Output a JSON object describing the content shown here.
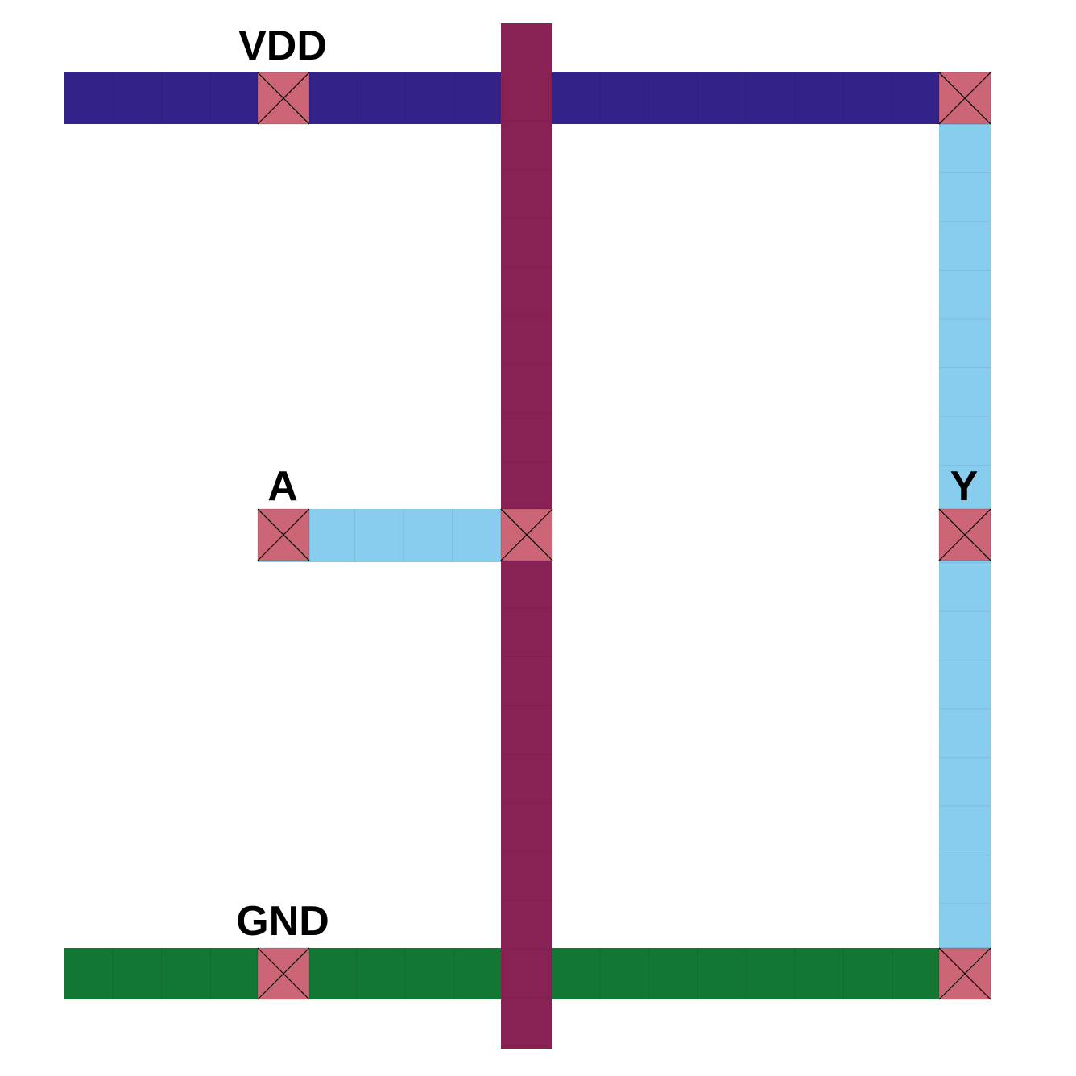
{
  "colors": {
    "background": "#ffffff",
    "vdd_metal": "#332288",
    "gnd_metal": "#117733",
    "signal_metal": "#88CCEE",
    "poly": "#882255",
    "contact": "#CC6677",
    "label_text": "#000000"
  },
  "labels": {
    "vdd": "VDD",
    "a": "A",
    "y": "Y",
    "gnd": "GND"
  },
  "layers": {
    "vdd_rail": {
      "name": "vdd-rail",
      "color_key": "vdd_metal"
    },
    "gnd_rail": {
      "name": "gnd-rail",
      "color_key": "gnd_metal"
    },
    "output_wire": {
      "name": "output-wire-y",
      "color_key": "signal_metal"
    },
    "input_wire": {
      "name": "input-wire-a",
      "color_key": "signal_metal"
    },
    "poly_gate": {
      "name": "poly-gate",
      "color_key": "poly"
    }
  },
  "contacts": [
    {
      "name": "vdd-contact"
    },
    {
      "name": "vdd-output-contact"
    },
    {
      "name": "input-a-contact"
    },
    {
      "name": "gate-contact"
    },
    {
      "name": "output-y-contact"
    },
    {
      "name": "gnd-contact"
    },
    {
      "name": "gnd-output-contact"
    }
  ]
}
